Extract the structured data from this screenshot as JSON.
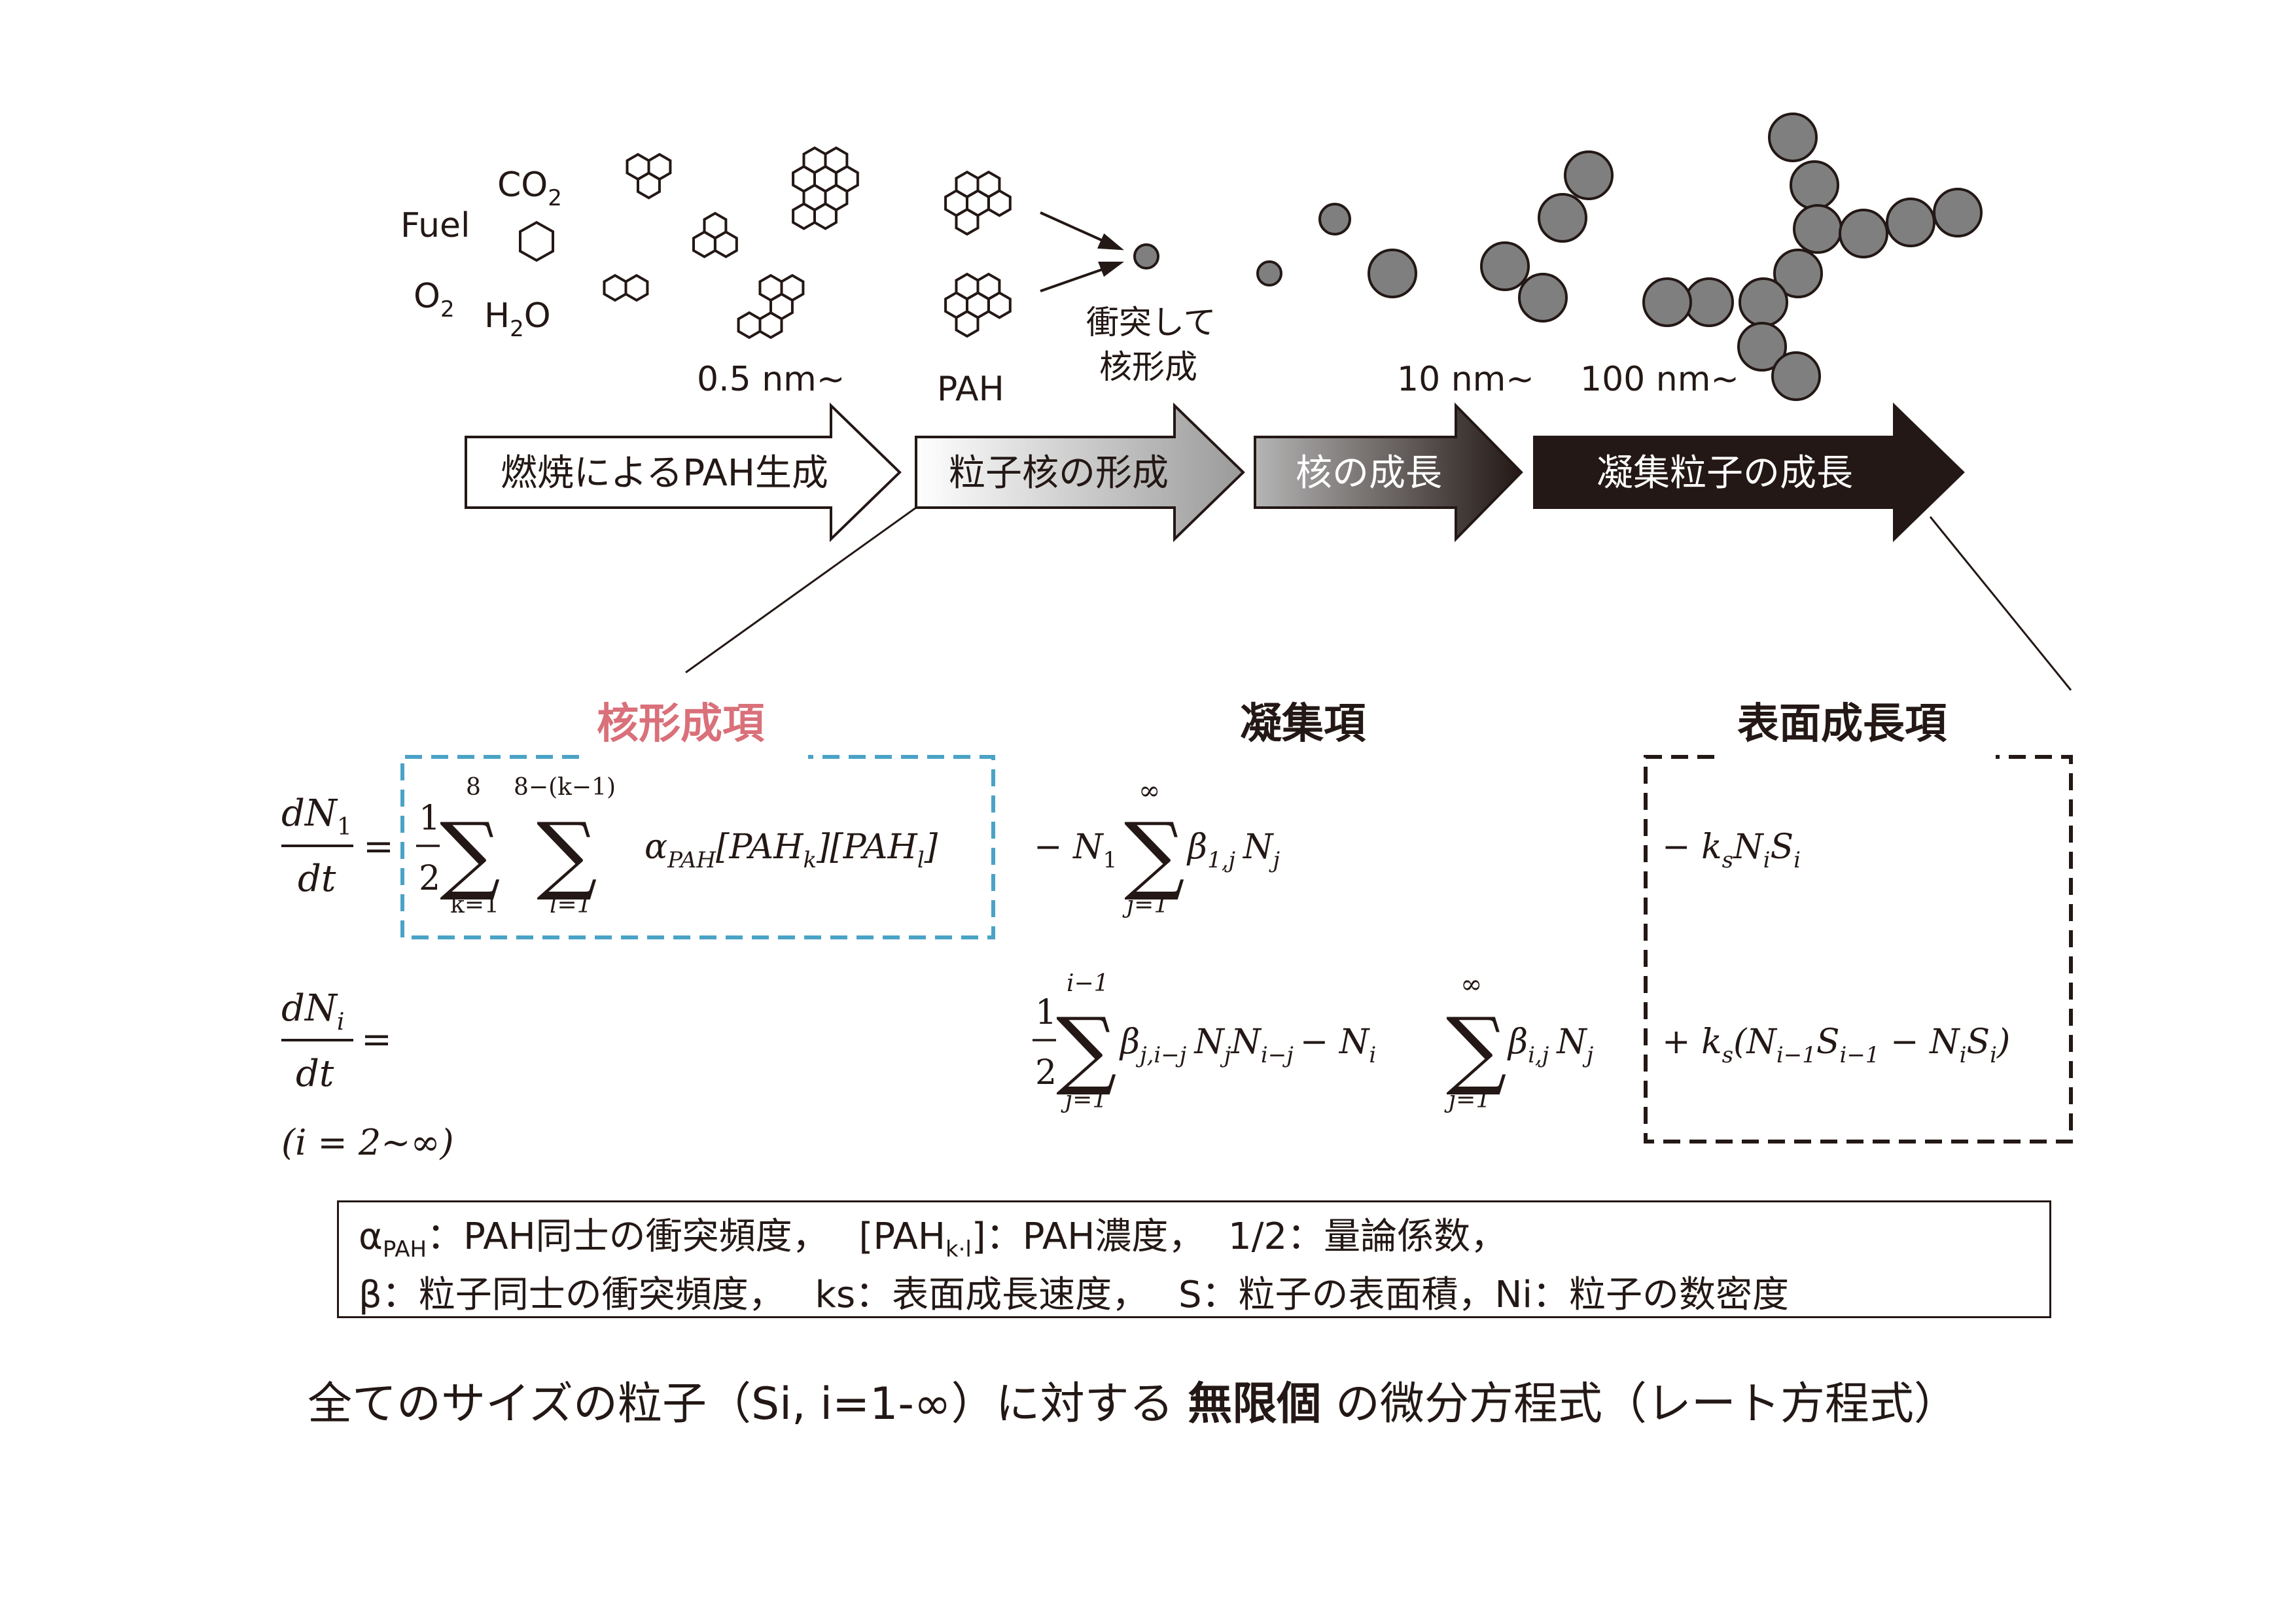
{
  "molecules": {
    "fuel": "Fuel",
    "co2": "CO",
    "co2_sub": "2",
    "o2": "O",
    "o2_sub": "2",
    "h2o_h": "H",
    "h2o_sub": "2",
    "h2o_o": "O"
  },
  "size_labels": {
    "pah_size": "0.5 nm~",
    "pah": "PAH",
    "nucleation_l1": "衝突して",
    "nucleation_l2": "核形成",
    "nucleus_size": "10 nm~",
    "agg_size": "100 nm~"
  },
  "stages": [
    {
      "label": "燃焼によるPAH生成"
    },
    {
      "label": "粒子核の形成"
    },
    {
      "label": "核の成長"
    },
    {
      "label": "凝集粒子の成長"
    }
  ],
  "term_headers": {
    "nucleation": "核形成項",
    "coagulation": "凝集項",
    "surface": "表面成長項"
  },
  "equations": {
    "eq1_lhs_num": "dN",
    "eq1_lhs_num_sub": "1",
    "eq1_lhs_den": "dt",
    "eq_sign": "=",
    "half_num": "1",
    "half_den": "2",
    "sum1_top": "8",
    "sum1_bot": "k=1",
    "sum2_top": "8−(k−1)",
    "sum2_bot": "l=1",
    "sigma": "∑",
    "nuc_alpha": "α",
    "nuc_alpha_sub": "PAH",
    "nuc_brackets": "[PAH",
    "nuc_k": "k",
    "nuc_mid": "][PAH",
    "nuc_l": "l",
    "nuc_end": "]",
    "coag1_a": "− N",
    "coag1_a_sub": "1",
    "coag1_sum_top": "∞",
    "coag1_sum_bot": "j=1",
    "coag1_beta": "β",
    "coag1_beta_sub": "1,j",
    "coag1_n": "N",
    "coag1_n_sub": "j",
    "surf1": "− k",
    "surf1_s": "s",
    "surf1_n": "N",
    "surf1_i": "i",
    "surf1_S": "S",
    "surf1_i2": "i",
    "eq2_lhs_num": "dN",
    "eq2_lhs_num_sub": "i",
    "eq2_lhs_den": "dt",
    "range": "(i = 2∼∞)",
    "coag2_sum1_top": "i−1",
    "coag2_sum1_bot": "j=1",
    "coag2_beta": "β",
    "coag2_beta_sub": "j,i−j",
    "coag2_n1": "N",
    "coag2_n1_sub": "j",
    "coag2_n2": "N",
    "coag2_n2_sub": "i−j",
    "coag2_minus": "− N",
    "coag2_minus_sub": "i",
    "coag2_sum2_top": "∞",
    "coag2_sum2_bot": "j=1",
    "coag2_beta2": "β",
    "coag2_beta2_sub": "i,j",
    "coag2_n3": "N",
    "coag2_n3_sub": "j",
    "surf2": "+ k",
    "surf2_s": "s",
    "surf2_p": "(N",
    "surf2_p_sub": "i−1",
    "surf2_S": "S",
    "surf2_S_sub": "i−1",
    "surf2_m": " − N",
    "surf2_m_sub": "i",
    "surf2_S2": "S",
    "surf2_S2_sub": "i",
    "surf2_end": ")"
  },
  "legend": {
    "alpha": "α",
    "alpha_sub": "PAH",
    "l1_a": "：PAH同士の衝突頻度，　 [PAH",
    "l1_sub": "k·l",
    "l1_b": "]：PAH濃度，  1/2：量論係数，",
    "l2": "β：粒子同士の衝突頻度，　 ks：表面成長速度，　 S：粒子の表面積，Ni：粒子の数密度"
  },
  "caption": {
    "pre": "全てのサイズの粒子（Si, i=1-∞）に対する ",
    "bold": "無限個",
    "post": " の微分方程式（レート方程式）"
  },
  "colors": {
    "nucleation_accent": "#d9707a",
    "nucleation_box": "#4aa3c6",
    "ink": "#231815",
    "particle": "#808080"
  }
}
